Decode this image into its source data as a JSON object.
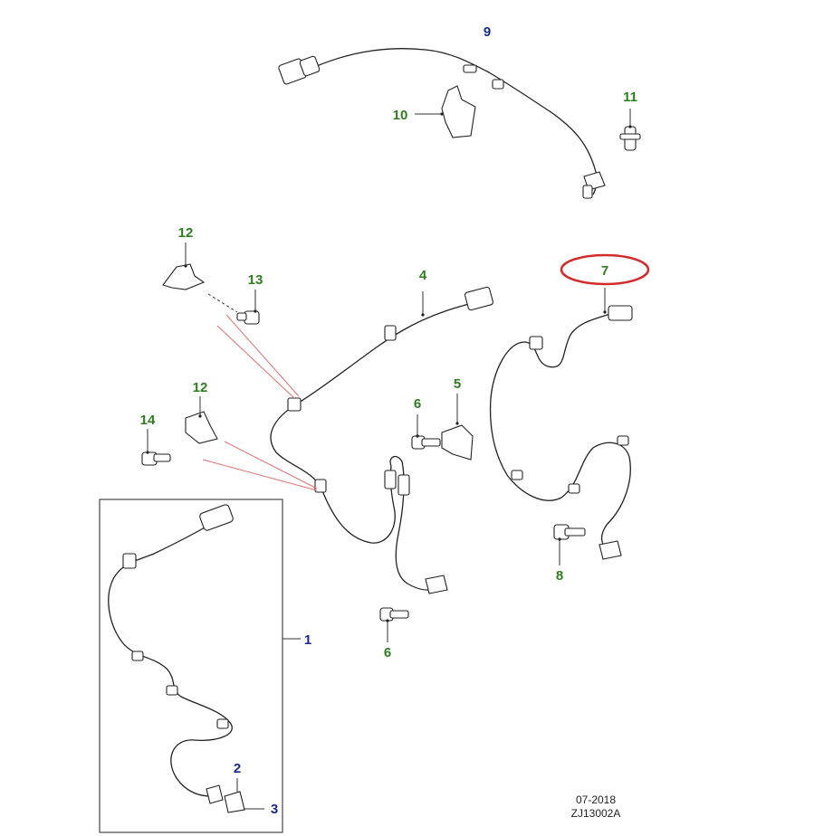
{
  "callouts": {
    "c1": "1",
    "c2": "2",
    "c3": "3",
    "c4": "4",
    "c5": "5",
    "c6a": "6",
    "c6b": "6",
    "c7": "7",
    "c8": "8",
    "c9": "9",
    "c10": "10",
    "c11": "11",
    "c12a": "12",
    "c12b": "12",
    "c13": "13",
    "c14": "14"
  },
  "footer": {
    "date": "07-2018",
    "code": "ZJ13002A"
  },
  "colors": {
    "callout_green": "#2e7d1e",
    "callout_blue": "#1a2a8c",
    "highlight_red": "#d22b2b",
    "leader_red": "#e07070"
  }
}
